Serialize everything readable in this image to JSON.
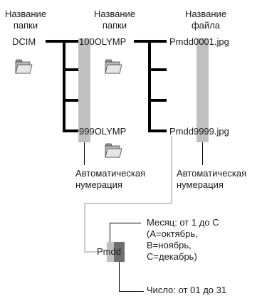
{
  "headers": {
    "folder_name_1": [
      "Название",
      "папки"
    ],
    "folder_name_2": [
      "Название",
      "папки"
    ],
    "file_name": [
      "Название",
      "файла"
    ]
  },
  "root_folder": "DCIM",
  "subfolder_first": "100OLYMP",
  "subfolder_last": "999OLYMP",
  "file_first": "Pmdd0001.jpg",
  "file_last": "Pmdd9999.jpg",
  "auto_numbering_1": [
    "Автоматическая",
    "нумерация"
  ],
  "auto_numbering_2": [
    "Автоматическая",
    "нумерация"
  ],
  "prefix": {
    "p": "P",
    "m": "m",
    "dd": "dd"
  },
  "month_note": [
    "Месяц: от 1 до C",
    "(A=октябрь,",
    "B=ноябрь,",
    "C=декабрь)"
  ],
  "day_note": "Число: от 01 до 31",
  "icons": {
    "folder": "folder-icon"
  },
  "colors": {
    "highlight_gray": "#c0c0c0",
    "line": "#000000",
    "light_line": "#c8c8c8"
  }
}
